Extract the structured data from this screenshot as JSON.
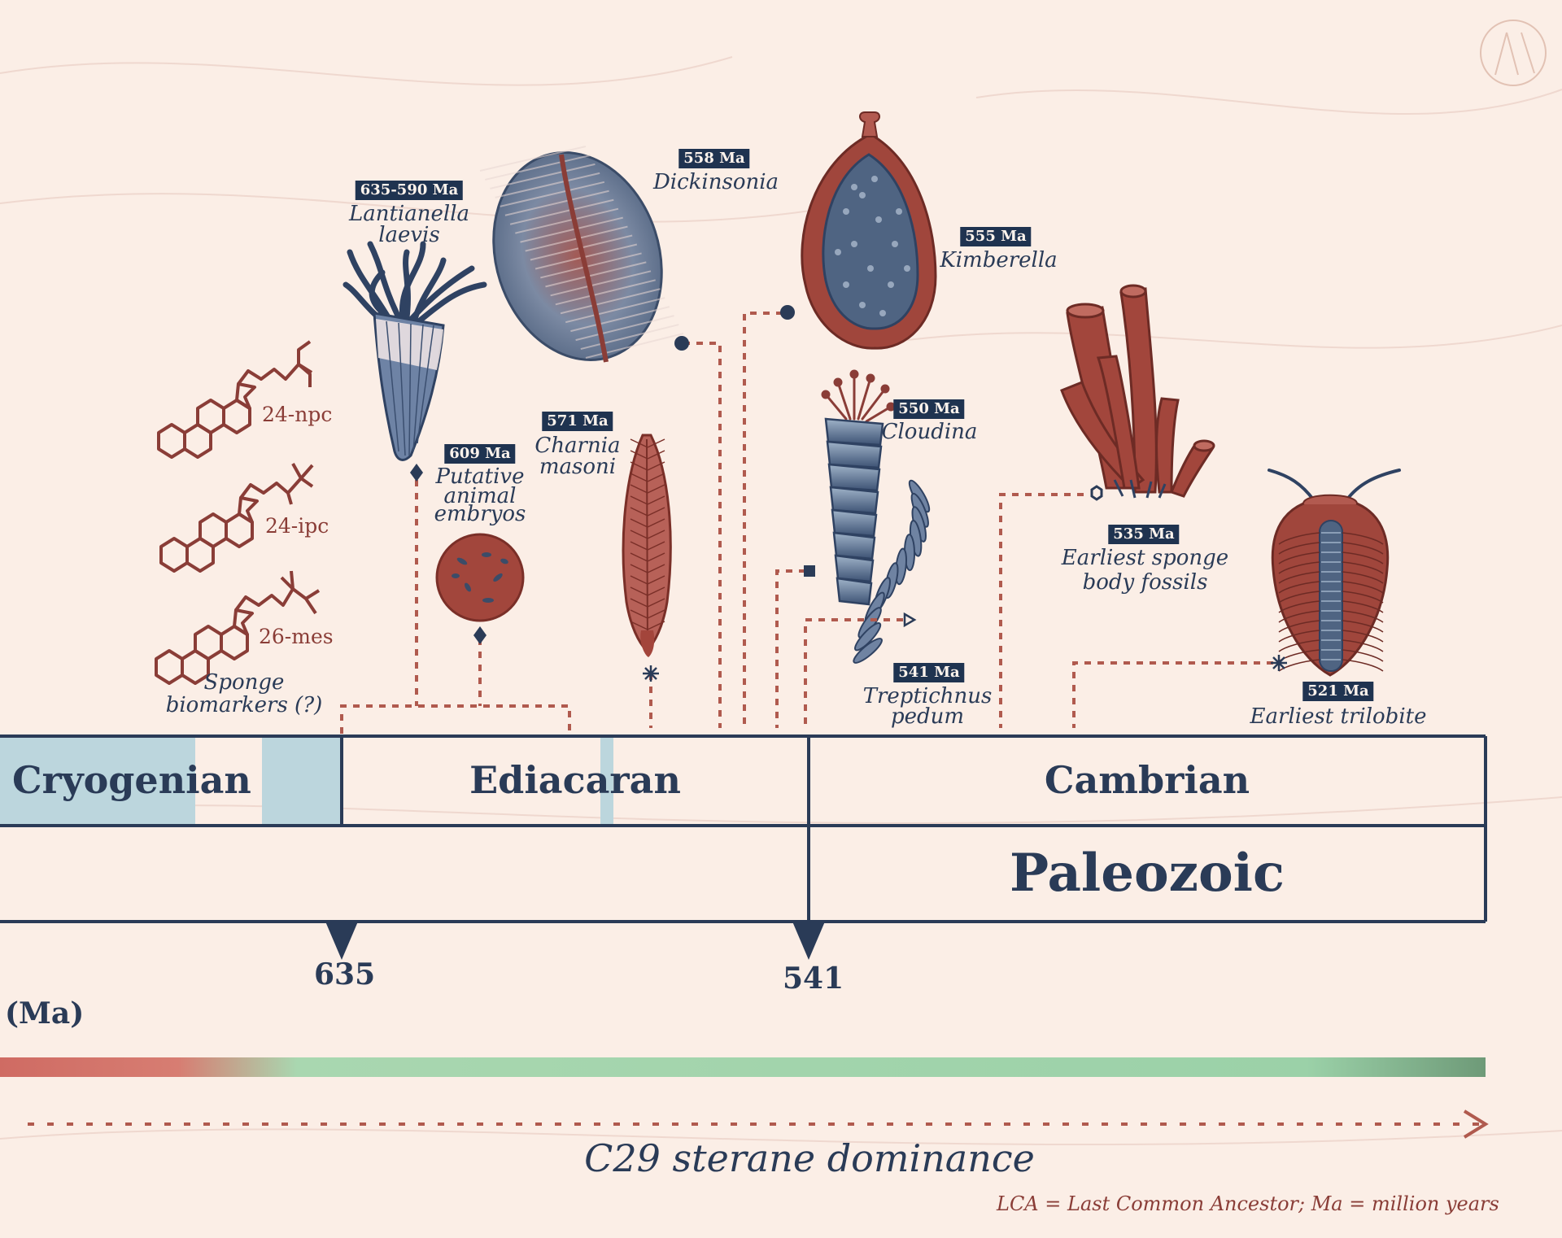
{
  "fossils": [
    {
      "date": "635-590 Ma",
      "name_l1": "Lantianella",
      "name_l2": "laevis"
    },
    {
      "date": "609 Ma",
      "name_l1": "Putative",
      "name_l2": "animal",
      "name_l3": "embryos"
    },
    {
      "date": "571 Ma",
      "name_l1": "Charnia",
      "name_l2": "masoni"
    },
    {
      "date": "558 Ma",
      "name_l1": "Dickinsonia"
    },
    {
      "date": "555 Ma",
      "name_l1": "Kimberella"
    },
    {
      "date": "550 Ma",
      "name_l1": "Cloudina"
    },
    {
      "date": "541 Ma",
      "name_l1": "Treptichnus",
      "name_l2": "pedum"
    },
    {
      "date": "535 Ma",
      "name_l1": "Earliest sponge",
      "name_l2": "body fossils"
    },
    {
      "date": "521 Ma",
      "name_l1": "Earliest trilobite"
    }
  ],
  "biomarkers": {
    "labels": [
      "24-npc",
      "24-ipc",
      "26-mes"
    ],
    "caption_l1": "Sponge",
    "caption_l2": "biomarkers (?)"
  },
  "timeline": {
    "periods": [
      "Cryogenian",
      "Ediacaran",
      "Cambrian"
    ],
    "era": "Paleozoic",
    "ticks": [
      "635",
      "541"
    ],
    "unit": "(Ma)"
  },
  "trend_label": "C29 sterane dominance",
  "footnote": "LCA = Last Common Ancestor;  Ma = million years",
  "colors": {
    "background": "#fbeee6",
    "navy": "#2a3b57",
    "rust": "#8a3d37",
    "blue_fill": "#bcd6dd",
    "gradient_start": "#cf6b63",
    "gradient_end": "#6e9a78"
  }
}
